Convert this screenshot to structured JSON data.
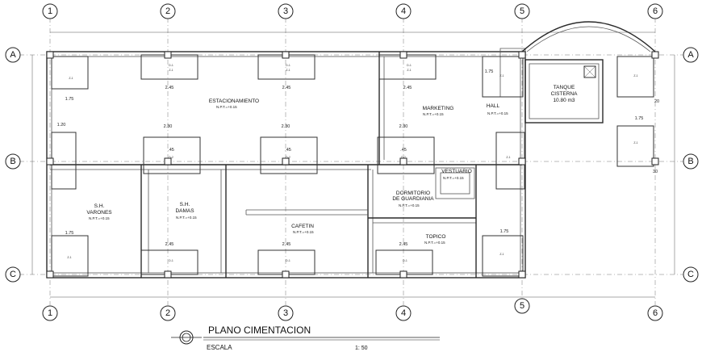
{
  "title": {
    "main": "PLANO CIMENTACION",
    "scale_label": "ESCALA",
    "scale_value": "1: 50"
  },
  "axes": {
    "columns": [
      "1",
      "2",
      "3",
      "4",
      "5",
      "6"
    ],
    "rows": [
      "A",
      "B",
      "C"
    ]
  },
  "rooms": {
    "estacionamiento": "ESTACIONAMIENTO",
    "marketing": "MARKETING",
    "hall": "HALL",
    "tanque_1": "TANQUE",
    "tanque_2": "CISTERNA",
    "tanque_3": "10.80 m3",
    "vestuario": "VESTUARIO",
    "dormitorio_1": "DORMITORIO",
    "dormitorio_2": "DE GUARDIANIA",
    "sh_varones_1": "S.H.",
    "sh_varones_2": "VARONES",
    "sh_damas_1": "S.H.",
    "sh_damas_2": "DAMAS",
    "cafetin": "CAFETIN",
    "topico": "TOPICO"
  },
  "level_marks": {
    "estacionamiento": "N.P.T.=+0.15",
    "marketing": "N.P.T.=+0.15",
    "hall": "N.P.T.=+0.15",
    "vestuario": "N.P.T.=+0.15",
    "dormitorio": "N.P.T.=+0.15",
    "sh_varones": "N.P.T.=+0.15",
    "sh_damas": "N.P.T.=+0.15",
    "cafetin": "N.P.T.=+0.15",
    "topico": "N.P.T.=+0.15"
  },
  "dimensions": {
    "d245": "2.45",
    "d230": "2.30",
    "d175": "1.75",
    "d120": "1.20",
    "d45": ".45",
    "d30": "30",
    "d20": "20"
  },
  "footing_tags": {
    "line1": "Z-1",
    "line2": "D-1",
    "line3": "D-2"
  }
}
